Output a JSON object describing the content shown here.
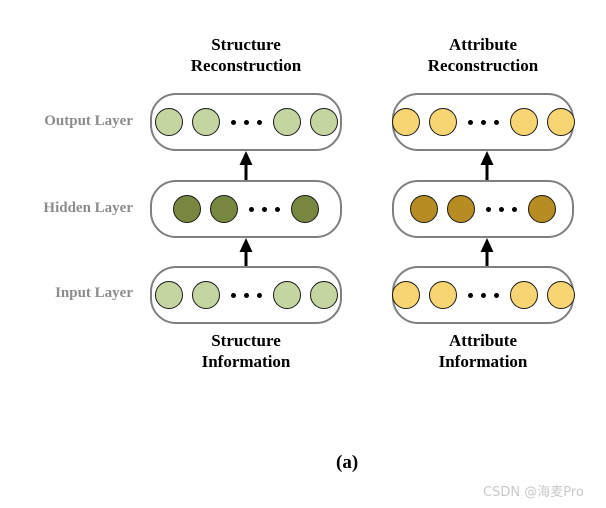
{
  "figure": {
    "label": "(a)",
    "watermark": "CSDN @海麦Pro",
    "background_color": "#ffffff"
  },
  "row_labels": [
    {
      "id": "output",
      "text": "Output Layer"
    },
    {
      "id": "hidden",
      "text": "Hidden Layer"
    },
    {
      "id": "input",
      "text": "Input Layer"
    }
  ],
  "branches": [
    {
      "id": "structure",
      "title_line1": "Structure",
      "title_line2": "Reconstruction",
      "caption_line1": "Structure",
      "caption_line2": "Information",
      "node_color_light": "#c4d5a2",
      "node_color_dark": "#77873f",
      "node_border_color": "#1a1a1a",
      "box_border_color": "#808080",
      "layers": [
        {
          "id": "output",
          "label": "Output Layer",
          "node_count": 4,
          "shade": "light",
          "ellipsis_after": 2
        },
        {
          "id": "hidden",
          "label": "Hidden Layer",
          "node_count": 3,
          "shade": "dark",
          "ellipsis_after": 2
        },
        {
          "id": "input",
          "label": "Input Layer",
          "node_count": 4,
          "shade": "light",
          "ellipsis_after": 2
        }
      ],
      "arrows": [
        {
          "id": "input-to-hidden",
          "direction": "up"
        },
        {
          "id": "hidden-to-output",
          "direction": "up"
        }
      ]
    },
    {
      "id": "attribute",
      "title_line1": "Attribute",
      "title_line2": "Reconstruction",
      "caption_line1": "Attribute",
      "caption_line2": "Information",
      "node_color_light": "#f7d572",
      "node_color_dark": "#b78c22",
      "node_border_color": "#1a1a1a",
      "box_border_color": "#808080",
      "layers": [
        {
          "id": "output",
          "label": "Output Layer",
          "node_count": 4,
          "shade": "light",
          "ellipsis_after": 2
        },
        {
          "id": "hidden",
          "label": "Hidden Layer",
          "node_count": 3,
          "shade": "dark",
          "ellipsis_after": 2
        },
        {
          "id": "input",
          "label": "Input Layer",
          "node_count": 4,
          "shade": "light",
          "ellipsis_after": 2
        }
      ],
      "arrows": [
        {
          "id": "input-to-hidden",
          "direction": "up"
        },
        {
          "id": "hidden-to-output",
          "direction": "up"
        }
      ]
    }
  ]
}
